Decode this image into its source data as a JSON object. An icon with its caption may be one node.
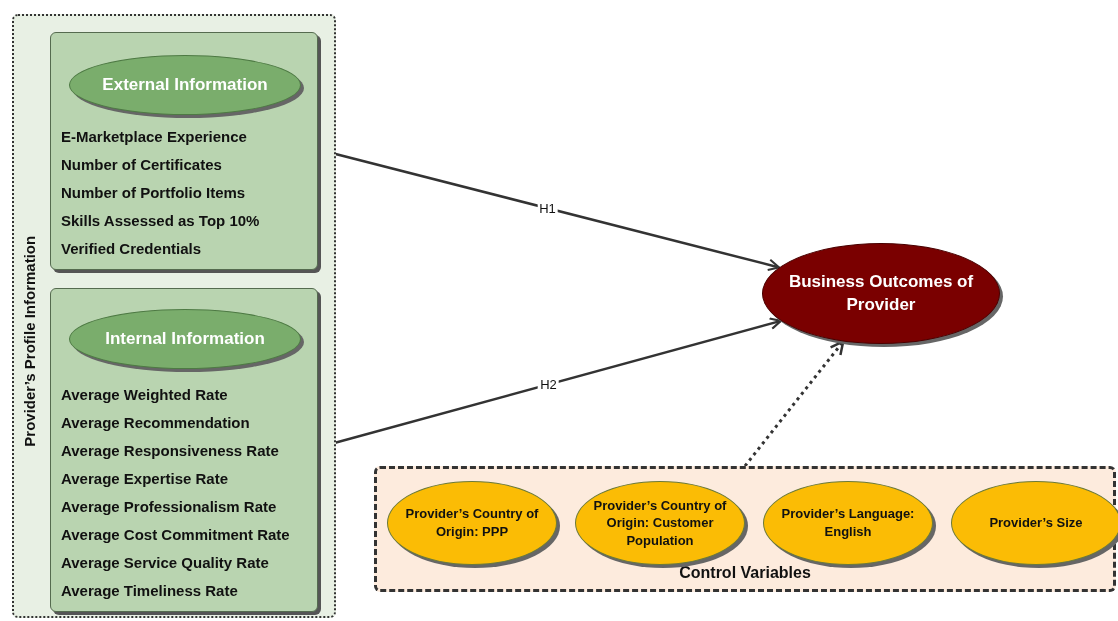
{
  "diagram": {
    "nodes": [
      {
        "text": [
          "Provider’s Profile Information"
        ]
      },
      {
        "text": [
          "E-Marketplace Experience",
          "Number of Certificates",
          "Number of Portfolio Items",
          "Skills Assessed as Top 10%",
          "Verified Credentials"
        ],
        "in": 0
      },
      {
        "text": [
          "External Information"
        ],
        "in": 1
      },
      {
        "text": [
          "Average Weighted Rate",
          "Average Recommendation",
          "Average Responsiveness Rate",
          "Average Expertise Rate",
          "Average Professionalism Rate",
          "Average Cost Commitment Rate",
          "Average Service Quality Rate",
          "Average Timeliness Rate"
        ],
        "in": 0
      },
      {
        "text": [
          "Internal Information"
        ],
        "in": 3
      },
      {
        "text": [
          "Business Outcomes of Provider"
        ]
      },
      {
        "text": [
          "Control Variables"
        ]
      },
      {
        "text": [
          "Provider’s Country of Origin: PPP"
        ],
        "in": 6
      },
      {
        "text": [
          "Provider’s Country of Origin: Customer Population"
        ],
        "in": 6
      },
      {
        "text": [
          "Provider’s Language: English"
        ],
        "in": 6
      },
      {
        "text": [
          "Provider’s Size"
        ],
        "in": 6
      }
    ],
    "edges": [
      {
        "from": 1,
        "to": 5,
        "arrow": "to",
        "label": "H1"
      },
      {
        "from": 3,
        "to": 5,
        "arrow": "to",
        "label": "H2"
      },
      {
        "from": 6,
        "to": 5,
        "arrow": "to",
        "style": "dashed"
      }
    ]
  }
}
